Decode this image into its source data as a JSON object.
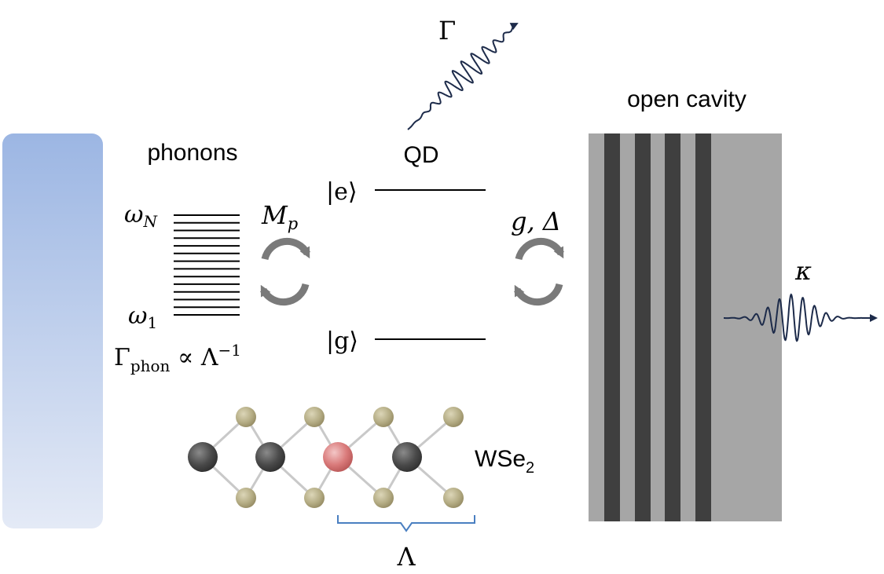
{
  "labels": {
    "gamma": "Γ",
    "qd": "QD",
    "phonons": "phonons",
    "open_cavity": "open cavity",
    "ket_e": "|e⟩",
    "ket_g": "|g⟩",
    "omega_N_base": "ω",
    "omega_N_sub": "N",
    "omega_1_base": "ω",
    "omega_1_sub": "1",
    "Mp_base": "M",
    "Mp_sub": "p",
    "g_delta": "g, Δ",
    "kappa": "κ",
    "gamma_phon_base": "Γ",
    "gamma_phon_sub": "phon",
    "gamma_phon_rel": " ∝ Λ",
    "gamma_phon_exp": "−1",
    "wse2_base": "WSe",
    "wse2_sub": "2",
    "lambda": "Λ"
  },
  "phonon_levels": 14,
  "colors": {
    "photon": "#1d2b4a",
    "arrow_gray": "#7a7a7a",
    "cavity_light": "#a6a6a6",
    "cavity_dark": "#3f3f3f",
    "bath_top": "#9cb6e3",
    "bath_bottom": "#e4eaf6",
    "atom_w": "#4a4a4a",
    "atom_se": "#b5ad85",
    "atom_defect": "#d97a7a",
    "brace": "#4a7fc1"
  }
}
